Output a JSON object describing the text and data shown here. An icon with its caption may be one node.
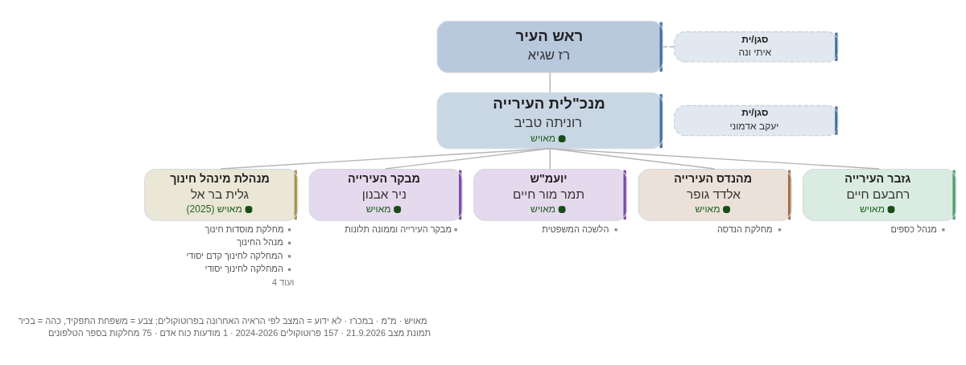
{
  "diagram": {
    "nodes": [
      {
        "text": [
          "ראש העיר",
          "רז שגיא"
        ]
      },
      {
        "text": [
          "סגן/ית",
          "איתי ונה"
        ]
      },
      {
        "text": [
          "סגן/ית",
          "יעקב אדמוני"
        ]
      },
      {
        "text": [
          "מנכ\"לית העירייה",
          "רוניתה טביב",
          "מאויש"
        ]
      },
      {
        "text": [
          "גזבר העירייה",
          "רחבעם חיים",
          "מאויש"
        ],
        "beside": [
          "מנהל כספים"
        ]
      },
      {
        "text": [
          "מהנדס העירייה",
          "אלדד גופר",
          "מאויש"
        ],
        "beside": [
          "מחלקת הנדסה"
        ]
      },
      {
        "text": [
          "יועמ\"ש",
          "תמר מור חיים",
          "מאויש"
        ],
        "beside": [
          "הלשכה המשפטית"
        ]
      },
      {
        "text": [
          "מבקר העירייה",
          "ניר אבנון",
          "מאויש"
        ],
        "beside": [
          "מבקר העירייה וממונה תלונות"
        ]
      },
      {
        "text": [
          "מנהלת מינהל חינוך",
          "גלית בר אל",
          "מאויש (2025)"
        ],
        "beside": [
          "מחלקת מוסדות חינוך",
          "מנהל החינוך",
          "המחלקה לחינוך קדם יסודי",
          "המחלקה לחינוך יסודי",
          "ועוד 4"
        ]
      }
    ],
    "edges": [
      {
        "from": 0,
        "to": 1,
        "arrow": "none",
        "style": "dashed"
      },
      {
        "from": 0,
        "to": 3,
        "arrow": "none"
      },
      {
        "from": 3,
        "to": 8,
        "arrow": "none"
      },
      {
        "from": 3,
        "to": 7,
        "arrow": "none"
      },
      {
        "from": 3,
        "to": 6,
        "arrow": "none"
      },
      {
        "from": 3,
        "to": 5,
        "arrow": "none"
      },
      {
        "from": 3,
        "to": 4,
        "arrow": "none"
      }
    ],
    "labels": [
      "מאויש · מ\"מ · במכרז · לא ידוע = המצב לפי הראיה האחרונה בפרוטוקולים; צבע = משפחת התפקיד, כהה = בכיר",
      "תמונת מצב 21.9.2026 · 157 פרוטוקולים 2024-2026 · 1 מודעות כוח אדם · 75 מחלקות בספר הטלפונים"
    ]
  }
}
